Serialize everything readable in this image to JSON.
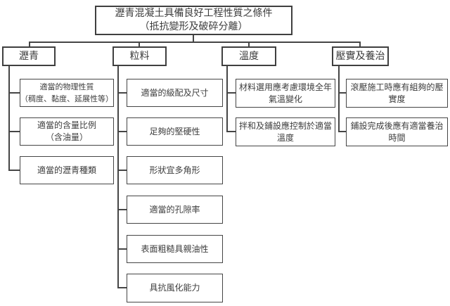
{
  "colors": {
    "background": "#ffffff",
    "line": "#454545",
    "text": "#3c3c3c"
  },
  "root": {
    "label": "瀝青混凝土具備良好工程性質之條件\n（抵抗變形及破碎分離）"
  },
  "branches": [
    {
      "label": "瀝青",
      "children": [
        "適當的物理性質\n（稠度、黏度、延展性等）",
        "適當的含量比例\n（含油量）",
        "適當的瀝青種類"
      ]
    },
    {
      "label": "粒料",
      "children": [
        "適當的級配及尺寸",
        "足夠的堅硬性",
        "形狀宜多角形",
        "適當的孔隙率",
        "表面粗糙具親油性",
        "具抗風化能力"
      ]
    },
    {
      "label": "溫度",
      "children": [
        "材料選用應考慮環境全年\n氣溫變化",
        "拌和及鋪設應控制於適當\n溫度"
      ]
    },
    {
      "label": "壓實及養治",
      "children": [
        "滾壓施工時應有組夠的壓\n實度",
        "鋪設完成後應有適當養治\n時間"
      ]
    }
  ]
}
